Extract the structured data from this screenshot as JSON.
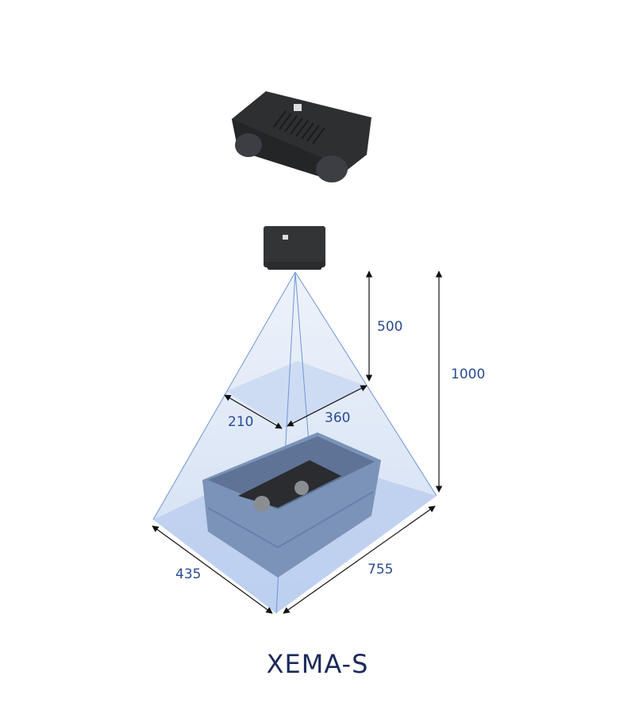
{
  "product_name": "XEMA-S",
  "dimensions": {
    "near_distance": "500",
    "far_distance": "1000",
    "near_width": "210",
    "near_length": "360",
    "far_width": "435",
    "far_length": "755"
  },
  "colors": {
    "label": "#2b4a94",
    "title": "#1b2a5a",
    "fov": "#6f95d6",
    "camera": "#2e2f31",
    "crate": "#7b93b8"
  }
}
